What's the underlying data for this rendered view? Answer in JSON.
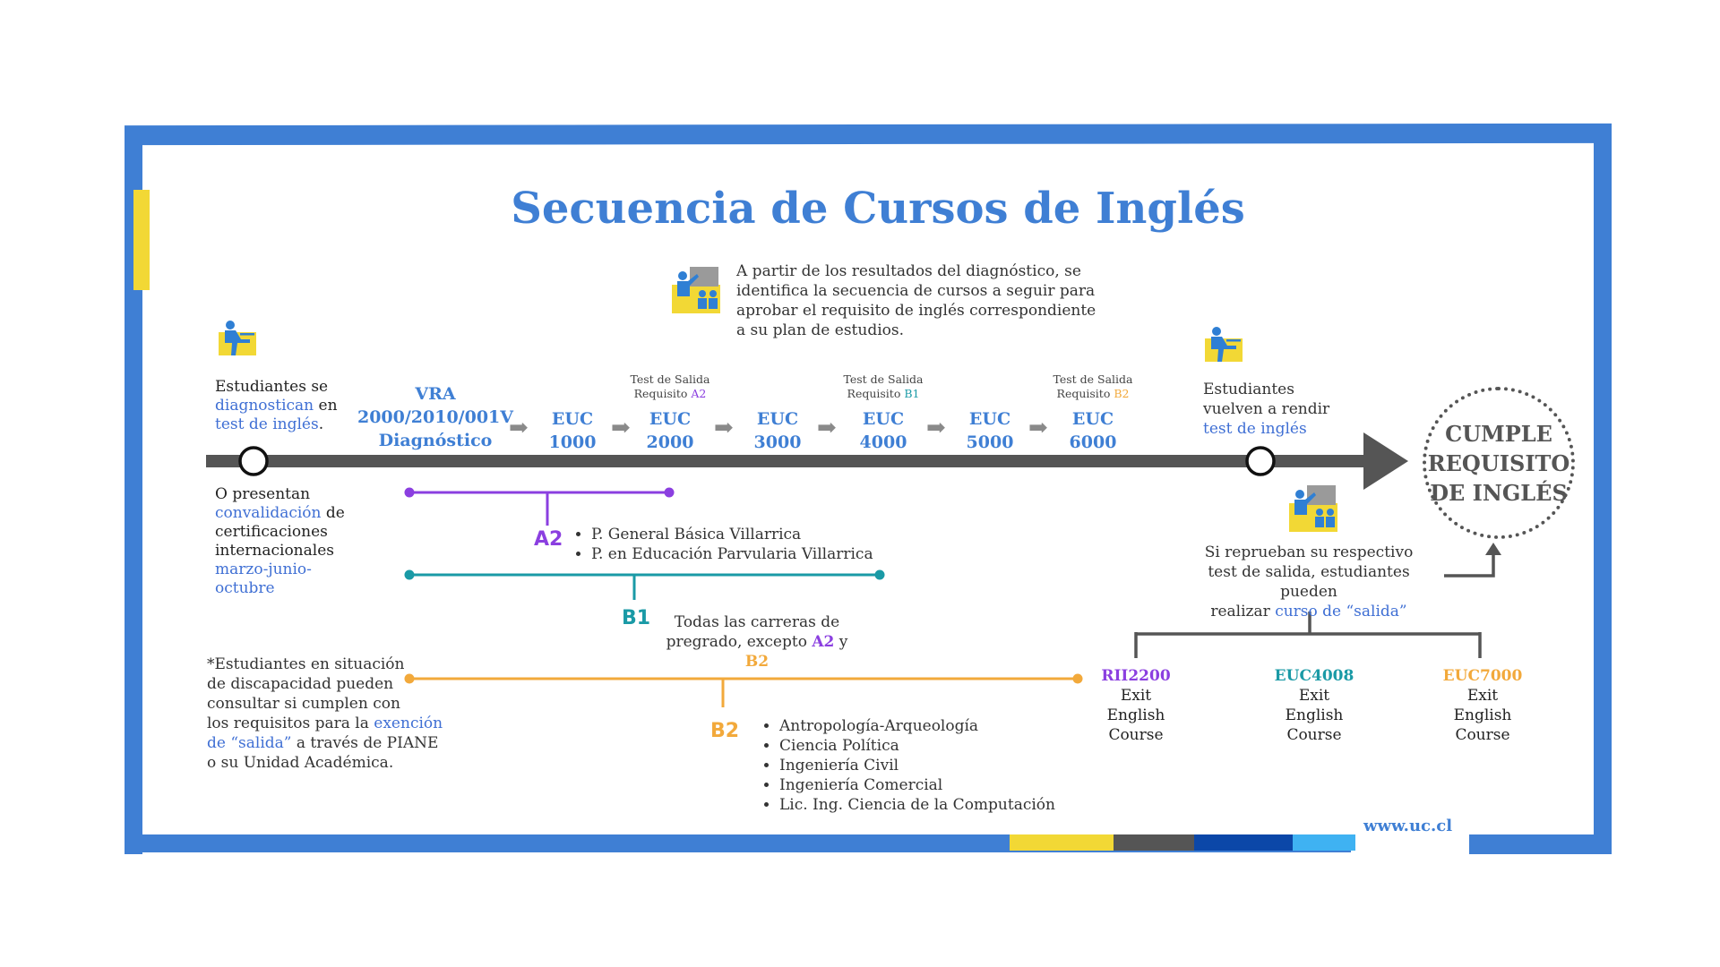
{
  "title": "Secuencia de Cursos de Inglés",
  "colors": {
    "frame": "#3f7fd4",
    "yellow": "#f2d835",
    "purple": "#8b3fe0",
    "teal": "#1a9aa6",
    "orange": "#f2a93b",
    "timeline": "#555555"
  },
  "intro": {
    "line1": "A partir de los resultados del diagnóstico, se",
    "line2": "identifica la secuencia de cursos a seguir para",
    "line3": "aprobar el requisito de inglés correspondiente",
    "line4": "a su plan de estudios."
  },
  "left_top": {
    "l1": "Estudiantes se",
    "l2a": "diagnostican",
    "l2b": " en",
    "l3": "test de inglés",
    "l3b": "."
  },
  "left_bottom": {
    "l1": "O presentan",
    "l2a": "convalidación",
    "l2b": " de",
    "l3": "certificaciones",
    "l4": "internacionales",
    "l5": "marzo-junio-",
    "l6": "octubre"
  },
  "diagnostic": {
    "l1": "VRA",
    "l2": "2000/2010/001V",
    "l3": "Diagnóstico"
  },
  "courses": [
    {
      "l1": "EUC",
      "l2": "1000"
    },
    {
      "l1": "EUC",
      "l2": "2000"
    },
    {
      "l1": "EUC",
      "l2": "3000"
    },
    {
      "l1": "EUC",
      "l2": "4000"
    },
    {
      "l1": "EUC",
      "l2": "5000"
    },
    {
      "l1": "EUC",
      "l2": "6000"
    }
  ],
  "exit_tests": [
    {
      "l1": "Test de Salida",
      "l2": "Requisito ",
      "lvl": "A2"
    },
    {
      "l1": "Test de Salida",
      "l2": "Requisito ",
      "lvl": "B1"
    },
    {
      "l1": "Test de Salida",
      "l2": "Requisito ",
      "lvl": "B2"
    }
  ],
  "right_top": {
    "l1": "Estudiantes",
    "l2": "vuelven a rendir",
    "l3a": "test de ",
    "l3b": "inglés"
  },
  "badge": {
    "l1": "CUMPLE",
    "l2": "REQUISITO",
    "l3": "DE INGLÉS"
  },
  "retry": {
    "l1": "Si reprueban su respectivo",
    "l2": "test de salida, estudiantes pueden",
    "l3a": "realizar ",
    "l3b": "curso de “salida”"
  },
  "levels": {
    "a2": {
      "label": "A2",
      "items": [
        "P. General Básica Villarrica",
        "P. en Educación Parvularia Villarrica"
      ]
    },
    "b1": {
      "label": "B1",
      "l1": "Todas las carreras de",
      "l2a": "pregrado, excepto ",
      "l2b": "A2",
      "l2c": " y ",
      "l2d": "B2"
    },
    "b2": {
      "label": "B2",
      "items": [
        "Antropología-Arqueología",
        "Ciencia Política",
        "Ingeniería Civil",
        "Ingeniería Comercial",
        "Lic. Ing. Ciencia de la Computación"
      ]
    }
  },
  "exit_courses": [
    {
      "code": "RII2200",
      "l1": "Exit",
      "l2": "English",
      "l3": "Course"
    },
    {
      "code": "EUC4008",
      "l1": "Exit",
      "l2": "English",
      "l3": "Course"
    },
    {
      "code": "EUC7000",
      "l1": "Exit",
      "l2": "English",
      "l3": "Course"
    }
  ],
  "note": {
    "l1": "*Estudiantes en situación",
    "l2": "de discapacidad pueden",
    "l3": "consultar si cumplen con",
    "l4a": "los requisitos para la ",
    "l4b": "exención",
    "l5a": "de “salida”",
    "l5b": " a través de PIANE",
    "l6": "o su Unidad Académica."
  },
  "url": "www.uc.cl",
  "icons": {
    "student": "student-desk-icon",
    "teacher": "teacher-board-icon",
    "arrow": "right-arrow-icon"
  }
}
